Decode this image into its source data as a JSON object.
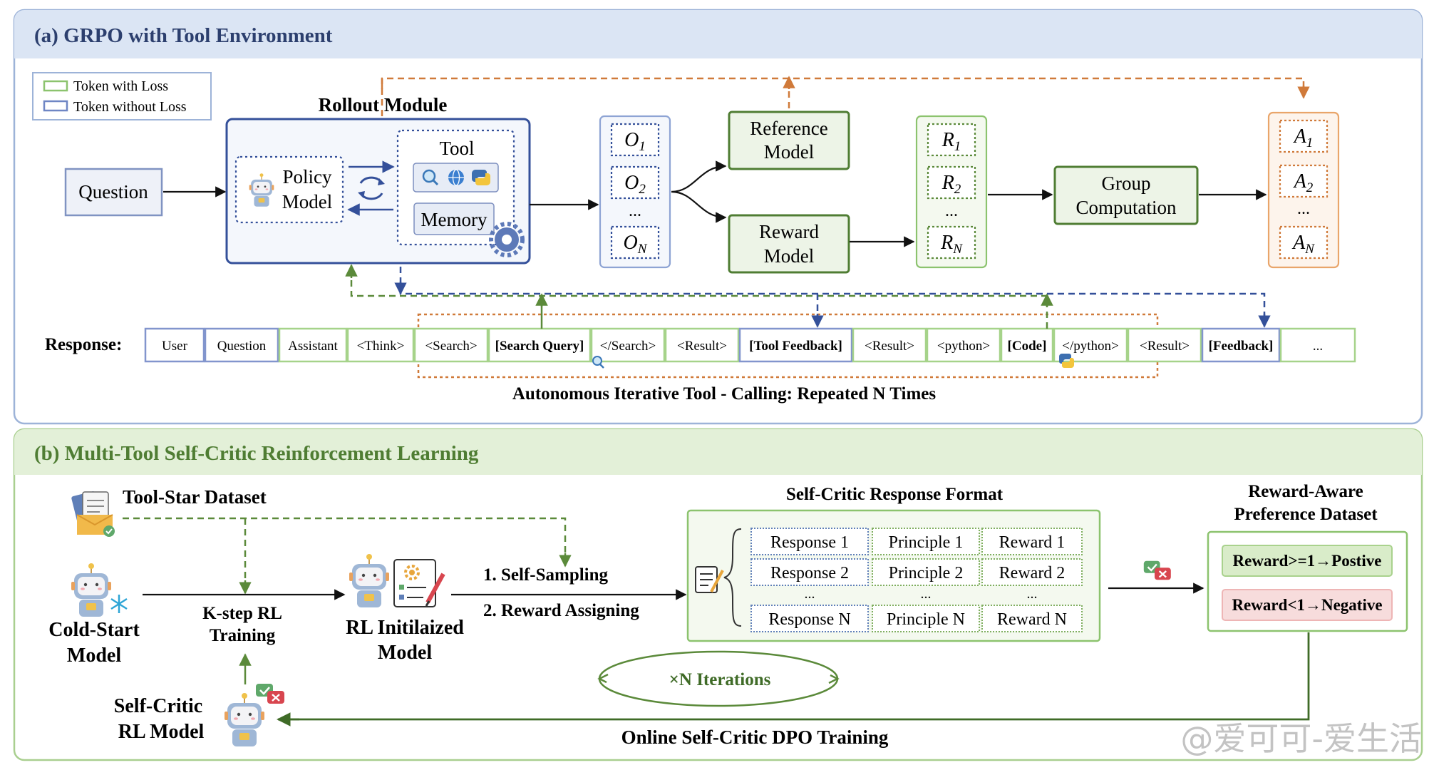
{
  "panel_a": {
    "title": "(a) GRPO with Tool Environment",
    "legend": {
      "with_loss": "Token with Loss",
      "without_loss": "Token without Loss"
    },
    "rollout": {
      "title": "Rollout Module",
      "policy": [
        "Policy",
        "Model"
      ],
      "tool": "Tool",
      "memory": "Memory"
    },
    "question": "Question",
    "outputs": {
      "items": [
        {
          "main": "O",
          "sub": "1"
        },
        {
          "main": "O",
          "sub": "2"
        },
        {
          "main": "O",
          "sub": "N"
        }
      ],
      "ellipsis": "..."
    },
    "reference_model": [
      "Reference",
      "Model"
    ],
    "reward_model": [
      "Reward",
      "Model"
    ],
    "rewards": {
      "items": [
        {
          "main": "R",
          "sub": "1"
        },
        {
          "main": "R",
          "sub": "2"
        },
        {
          "main": "R",
          "sub": "N"
        }
      ],
      "ellipsis": "..."
    },
    "group_computation": [
      "Group",
      "Computation"
    ],
    "advantages": {
      "items": [
        {
          "main": "A",
          "sub": "1"
        },
        {
          "main": "A",
          "sub": "2"
        },
        {
          "main": "A",
          "sub": "N"
        }
      ],
      "ellipsis": "..."
    },
    "response_label": "Response:",
    "tokens": [
      {
        "text": "User",
        "loss": false,
        "bold": false
      },
      {
        "text": "Question",
        "loss": false,
        "bold": false
      },
      {
        "text": "Assistant",
        "loss": true,
        "bold": false
      },
      {
        "text": "<Think>",
        "loss": true,
        "bold": false
      },
      {
        "text": "<Search>",
        "loss": true,
        "bold": false
      },
      {
        "text": "[Search Query]",
        "loss": true,
        "bold": true
      },
      {
        "text": "</Search>",
        "loss": true,
        "bold": false
      },
      {
        "text": "<Result>",
        "loss": true,
        "bold": false
      },
      {
        "text": "[Tool Feedback]",
        "loss": false,
        "bold": true
      },
      {
        "text": "<Result>",
        "loss": true,
        "bold": false
      },
      {
        "text": "<python>",
        "loss": true,
        "bold": false
      },
      {
        "text": "[Code]",
        "loss": true,
        "bold": true
      },
      {
        "text": "</python>",
        "loss": true,
        "bold": false
      },
      {
        "text": "<Result>",
        "loss": true,
        "bold": false
      },
      {
        "text": "[Feedback]",
        "loss": false,
        "bold": true
      },
      {
        "text": "...",
        "loss": true,
        "bold": false
      }
    ],
    "iterative_caption": "Autonomous Iterative Tool - Calling: Repeated N Times"
  },
  "panel_b": {
    "title": "(b) Multi-Tool Self-Critic Reinforcement Learning",
    "dataset": "Tool-Star Dataset",
    "cold_start": [
      "Cold-Start",
      "Model"
    ],
    "kstep": [
      "K-step RL",
      "Training"
    ],
    "rl_init": [
      "RL Initilaized",
      "Model"
    ],
    "steps": [
      "1. Self-Sampling",
      "2. Reward Assigning"
    ],
    "format_title": "Self-Critic Response Format",
    "format_rows": [
      [
        "Response 1",
        "Principle 1",
        "Reward 1"
      ],
      [
        "Response 2",
        "Principle 2",
        "Reward 2"
      ],
      [
        "Response N",
        "Principle N",
        "Reward N"
      ]
    ],
    "format_ellipsis": "...",
    "pref_title": [
      "Reward-Aware",
      "Preference Dataset"
    ],
    "positive": "Reward>=1→Postive",
    "negative": "Reward<1→Negative",
    "iterations": "×N  Iterations",
    "self_critic": [
      "Self-Critic",
      "RL Model"
    ],
    "dpo_caption": "Online Self-Critic DPO Training",
    "watermark": "@爱可可-爱生活"
  },
  "colors": {
    "blue": "#34509a",
    "green": "#5b8a3a",
    "orange": "#d07a3a",
    "panel_a_bg": "#f4f7fc",
    "panel_b_bg": "#f5f9f1"
  }
}
